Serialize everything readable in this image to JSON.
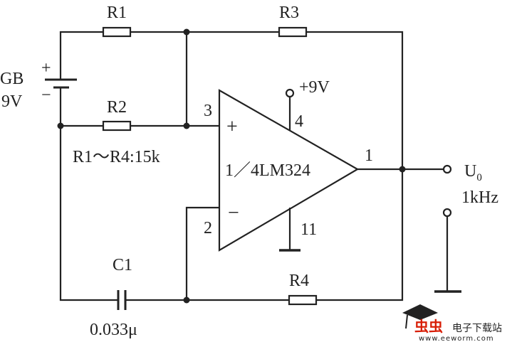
{
  "labels": {
    "r1": "R1",
    "r2": "R2",
    "r3": "R3",
    "r4": "R4",
    "battery_name": "GB",
    "battery_voltage": "9V",
    "plus_sign": "+",
    "minus_sign": "−",
    "supply": "+9V",
    "pin3": "3",
    "pin2": "2",
    "pin4": "4",
    "pin11": "11",
    "pin1": "1",
    "in_plus": "+",
    "in_minus": "−",
    "opamp": "1／4LM324",
    "resistor_note": "R1～R4:15k",
    "c1": "C1",
    "c1_value": "0.033μ",
    "output": "U",
    "output_sub": "0",
    "frequency": "1kHz"
  },
  "watermark": {
    "brand": "电子下载站",
    "url": "www.eeworm.com",
    "logo_text": "虫虫"
  },
  "colors": {
    "line": "#222222",
    "logo_red": "#d81e06"
  }
}
